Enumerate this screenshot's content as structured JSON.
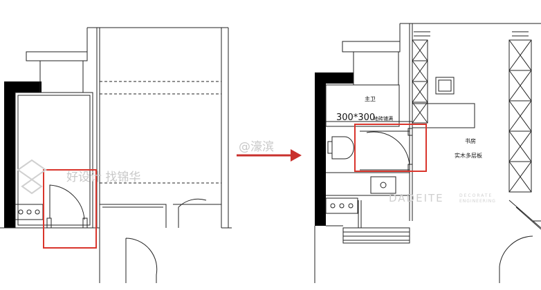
{
  "before_plan": {
    "watermark": "好设计 找锦华"
  },
  "after_plan": {
    "room_bathroom": "主卫",
    "tile_spec": "300*300",
    "tile_note": "地砖铺满",
    "room_study": "书房",
    "floor_material": "实木多层板",
    "brand_watermark": "DADEITE",
    "brand_sub_1": "DECORATE",
    "brand_sub_2": "ENGINEERING"
  },
  "center_watermark": "@濠滨",
  "colors": {
    "wall_fill": "#000000",
    "highlight": "#d9342b",
    "arrow": "#c9302c",
    "line": "#222222"
  }
}
